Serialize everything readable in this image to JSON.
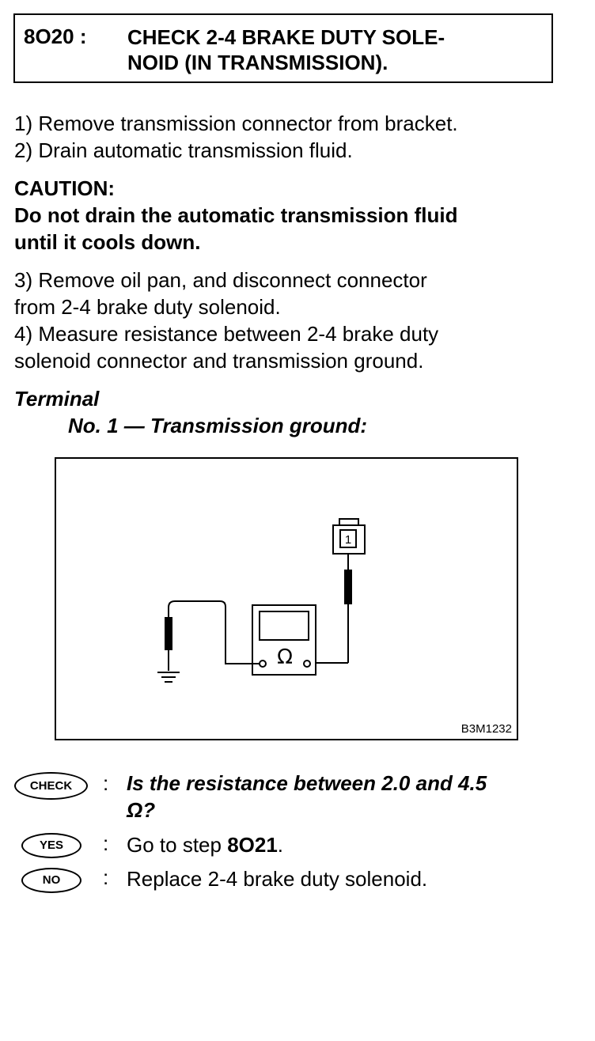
{
  "header": {
    "step_number": "8O20 :",
    "title_line1": "CHECK 2-4 BRAKE DUTY SOLE-",
    "title_line2": "NOID (IN TRANSMISSION)."
  },
  "steps": {
    "s1": "1)  Remove transmission connector from bracket.",
    "s2": "2)  Drain automatic transmission fluid."
  },
  "caution": {
    "label": "CAUTION:",
    "text_line1": "Do not drain the automatic transmission fluid",
    "text_line2": "until it cools down."
  },
  "steps2": {
    "s3_line1": "3) Remove oil pan, and disconnect connector",
    "s3_line2": "from 2-4 brake duty solenoid.",
    "s4_line1": "4) Measure resistance between 2-4 brake duty",
    "s4_line2": "solenoid connector and transmission ground."
  },
  "terminal": {
    "label": "Terminal",
    "spec": "No. 1 — Transmission ground:"
  },
  "figure": {
    "connector_pin": "1",
    "meter_symbol": "Ω",
    "code": "B3M1232"
  },
  "check": {
    "badge": "CHECK",
    "colon": ":",
    "question_line1": "Is the resistance between 2.0 and 4.5",
    "question_line2": "Ω?"
  },
  "yes": {
    "badge": "YES",
    "colon": ":",
    "text": "Go to step ",
    "step": "8O21",
    "suffix": "."
  },
  "no": {
    "badge": "NO",
    "colon": ":",
    "text": "Replace 2-4 brake duty solenoid."
  }
}
